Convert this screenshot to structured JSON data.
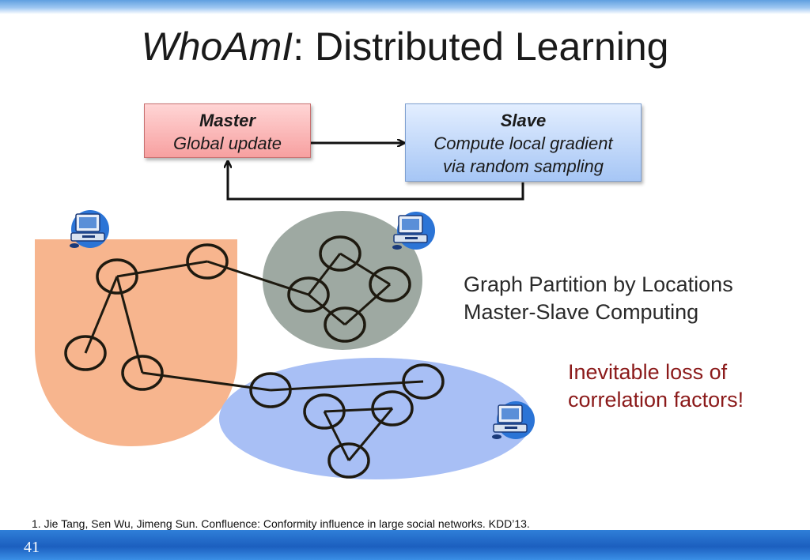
{
  "title": {
    "italic_part": "WhoAmI",
    "rest": ": Distributed Learning"
  },
  "master": {
    "heading": "Master",
    "text": "Global update"
  },
  "slave": {
    "heading": "Slave",
    "line1": "Compute local gradient",
    "line2": "via random sampling"
  },
  "description": {
    "line1": "Graph Partition by Locations",
    "line2": "Master-Slave Computing"
  },
  "highlight": {
    "line1": "Inevitable loss of",
    "line2": "correlation factors!"
  },
  "footnote": "1.  Jie Tang, Sen Wu, Jimeng Sun. Confluence: Conformity influence in large social networks. KDD’13.",
  "page_number": "41",
  "colors": {
    "partition_orange": "#f7b58e",
    "partition_gray": "#9ea9a2",
    "partition_blue": "#a8bff5",
    "node_stroke": "#1e1a10",
    "highlight_text": "#8b1a1a"
  },
  "icons": [
    "computer-icon"
  ]
}
